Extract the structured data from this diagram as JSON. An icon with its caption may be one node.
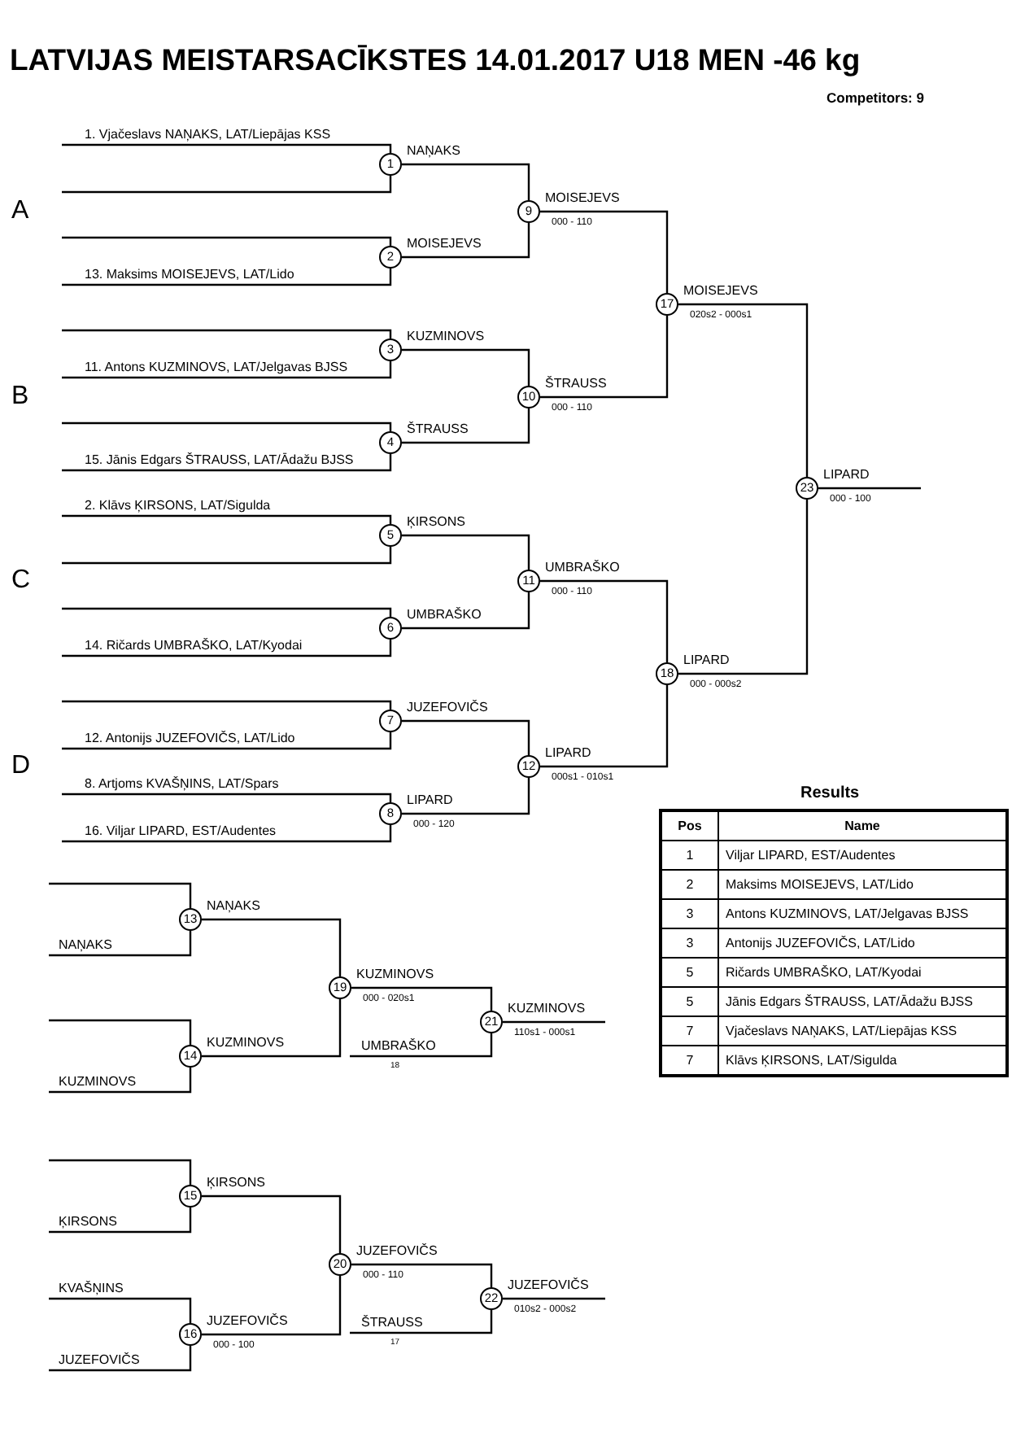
{
  "diagram": {
    "title": "LATVIJAS MEISTARSACĪKSTES 14.01.2017 U18 MEN -46 kg",
    "nodes": [
      {
        "text": [
          "1"
        ],
        "beside": [
          "NAŅAKS"
        ]
      },
      {
        "text": [
          "2"
        ],
        "beside": [
          "MOISEJEVS"
        ]
      },
      {
        "text": [
          "3"
        ],
        "beside": [
          "KUZMINOVS"
        ]
      },
      {
        "text": [
          "4"
        ],
        "beside": [
          "ŠTRAUSS"
        ]
      },
      {
        "text": [
          "5"
        ],
        "beside": [
          "ĶIRSONS"
        ]
      },
      {
        "text": [
          "6"
        ],
        "beside": [
          "UMBRAŠKO"
        ]
      },
      {
        "text": [
          "7"
        ],
        "beside": [
          "JUZEFOVIČS"
        ]
      },
      {
        "text": [
          "8"
        ],
        "beside": [
          "LIPARD",
          "000 - 120"
        ]
      },
      {
        "text": [
          "9"
        ],
        "beside": [
          "MOISEJEVS",
          "000 - 110"
        ]
      },
      {
        "text": [
          "10"
        ],
        "beside": [
          "ŠTRAUSS",
          "000 - 110"
        ]
      },
      {
        "text": [
          "11"
        ],
        "beside": [
          "UMBRAŠKO",
          "000 - 110"
        ]
      },
      {
        "text": [
          "12"
        ],
        "beside": [
          "LIPARD",
          "000s1 - 010s1"
        ]
      },
      {
        "text": [
          "13"
        ],
        "beside": [
          "NAŅAKS"
        ]
      },
      {
        "text": [
          "14"
        ],
        "beside": [
          "KUZMINOVS"
        ]
      },
      {
        "text": [
          "15"
        ],
        "beside": [
          "ĶIRSONS"
        ]
      },
      {
        "text": [
          "16"
        ],
        "beside": [
          "JUZEFOVIČS",
          "000 - 100"
        ]
      },
      {
        "text": [
          "17"
        ],
        "beside": [
          "MOISEJEVS",
          "020s2 - 000s1"
        ]
      },
      {
        "text": [
          "18"
        ],
        "beside": [
          "LIPARD",
          "000 - 000s2"
        ]
      },
      {
        "text": [
          "19"
        ],
        "beside": [
          "KUZMINOVS",
          "000 - 020s1"
        ]
      },
      {
        "text": [
          "20"
        ],
        "beside": [
          "JUZEFOVIČS",
          "000 - 110"
        ]
      },
      {
        "text": [
          "21"
        ],
        "beside": [
          "KUZMINOVS",
          "110s1 - 000s1"
        ]
      },
      {
        "text": [
          "22"
        ],
        "beside": [
          "JUZEFOVIČS",
          "010s2 - 000s2"
        ]
      },
      {
        "text": [
          "23"
        ],
        "beside": [
          "LIPARD",
          "000 - 100"
        ]
      }
    ],
    "edges": [
      {
        "from": null,
        "to": 0,
        "arrow": "none",
        "label": "1. Vjačeslavs NAŅAKS, LAT/Liepājas KSS"
      },
      {
        "from": null,
        "to": 0,
        "arrow": "none"
      },
      {
        "from": null,
        "to": 1,
        "arrow": "none"
      },
      {
        "from": null,
        "to": 1,
        "arrow": "none",
        "label": "13. Maksims MOISEJEVS, LAT/Lido"
      },
      {
        "from": null,
        "to": 2,
        "arrow": "none"
      },
      {
        "from": null,
        "to": 2,
        "arrow": "none",
        "label": "11. Antons KUZMINOVS, LAT/Jelgavas BJSS"
      },
      {
        "from": null,
        "to": 3,
        "arrow": "none"
      },
      {
        "from": null,
        "to": 3,
        "arrow": "none",
        "label": "15. Jānis Edgars ŠTRAUSS, LAT/Ādažu BJSS"
      },
      {
        "from": null,
        "to": 4,
        "arrow": "none",
        "label": "2. Klāvs ĶIRSONS, LAT/Sigulda"
      },
      {
        "from": null,
        "to": 4,
        "arrow": "none"
      },
      {
        "from": null,
        "to": 5,
        "arrow": "none"
      },
      {
        "from": null,
        "to": 5,
        "arrow": "none",
        "label": "14. Ričards UMBRAŠKO, LAT/Kyodai"
      },
      {
        "from": null,
        "to": 6,
        "arrow": "none"
      },
      {
        "from": null,
        "to": 6,
        "arrow": "none",
        "label": "12. Antonijs JUZEFOVIČS, LAT/Lido"
      },
      {
        "from": null,
        "to": 7,
        "arrow": "none",
        "label": "8. Artjoms KVAŠŅINS, LAT/Spars"
      },
      {
        "from": null,
        "to": 7,
        "arrow": "none",
        "label": "16. Viljar LIPARD, EST/Audentes"
      },
      {
        "from": 0,
        "to": 8,
        "arrow": "none"
      },
      {
        "from": 1,
        "to": 8,
        "arrow": "none"
      },
      {
        "from": 2,
        "to": 9,
        "arrow": "none"
      },
      {
        "from": 3,
        "to": 9,
        "arrow": "none"
      },
      {
        "from": 4,
        "to": 10,
        "arrow": "none"
      },
      {
        "from": 5,
        "to": 10,
        "arrow": "none"
      },
      {
        "from": 6,
        "to": 11,
        "arrow": "none"
      },
      {
        "from": 7,
        "to": 11,
        "arrow": "none"
      },
      {
        "from": 8,
        "to": 16,
        "arrow": "none"
      },
      {
        "from": 9,
        "to": 16,
        "arrow": "none"
      },
      {
        "from": 10,
        "to": 17,
        "arrow": "none"
      },
      {
        "from": 11,
        "to": 17,
        "arrow": "none"
      },
      {
        "from": 16,
        "to": 22,
        "arrow": "none"
      },
      {
        "from": 17,
        "to": 22,
        "arrow": "none"
      },
      {
        "from": 22,
        "to": null,
        "arrow": "none"
      },
      {
        "from": null,
        "to": 12,
        "arrow": "none"
      },
      {
        "from": null,
        "to": 12,
        "arrow": "none",
        "label": "NAŅAKS"
      },
      {
        "from": null,
        "to": 13,
        "arrow": "none"
      },
      {
        "from": null,
        "to": 13,
        "arrow": "none",
        "label": "KUZMINOVS"
      },
      {
        "from": 12,
        "to": 18,
        "arrow": "none"
      },
      {
        "from": 13,
        "to": 18,
        "arrow": "none"
      },
      {
        "from": 18,
        "to": 20,
        "arrow": "none"
      },
      {
        "from": null,
        "to": 20,
        "arrow": "none",
        "label": "UMBRAŠKO"
      },
      {
        "from": 20,
        "to": null,
        "arrow": "none"
      },
      {
        "from": null,
        "to": 14,
        "arrow": "none"
      },
      {
        "from": null,
        "to": 14,
        "arrow": "none",
        "label": "ĶIRSONS"
      },
      {
        "from": null,
        "to": 15,
        "arrow": "none",
        "label": "KVAŠŅINS"
      },
      {
        "from": null,
        "to": 15,
        "arrow": "none",
        "label": "JUZEFOVIČS"
      },
      {
        "from": 14,
        "to": 19,
        "arrow": "none"
      },
      {
        "from": 15,
        "to": 19,
        "arrow": "none"
      },
      {
        "from": 19,
        "to": 21,
        "arrow": "none"
      },
      {
        "from": null,
        "to": 21,
        "arrow": "none",
        "label": "ŠTRAUSS"
      },
      {
        "from": 21,
        "to": null,
        "arrow": "none"
      }
    ],
    "labels": [
      "Competitors: 9",
      "A",
      "B",
      "C",
      "D",
      "Results",
      "Pos",
      "Name",
      "1",
      "Viljar LIPARD, EST/Audentes",
      "2",
      "Maksims MOISEJEVS, LAT/Lido",
      "3",
      "Antons KUZMINOVS, LAT/Jelgavas BJSS",
      "3",
      "Antonijs JUZEFOVIČS, LAT/Lido",
      "5",
      "Ričards UMBRAŠKO, LAT/Kyodai",
      "5",
      "Jānis Edgars ŠTRAUSS, LAT/Ādažu BJSS",
      "7",
      "Vjačeslavs NAŅAKS, LAT/Liepājas KSS",
      "7",
      "Klāvs ĶIRSONS, LAT/Sigulda",
      "18",
      "17"
    ]
  }
}
